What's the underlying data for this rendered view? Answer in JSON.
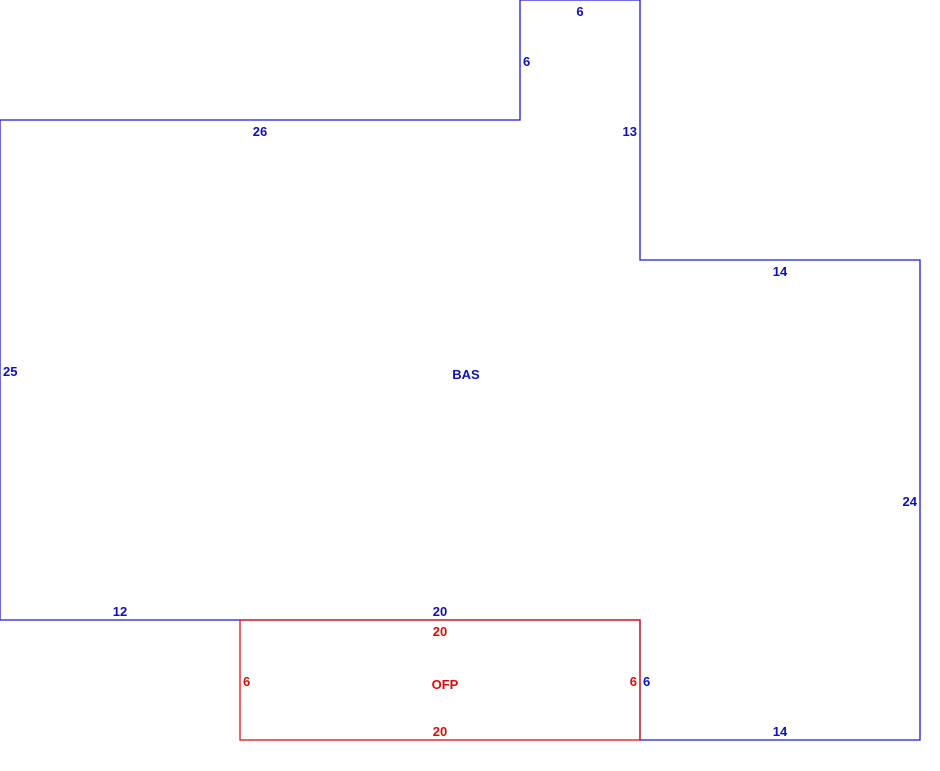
{
  "areas": {
    "main": {
      "name": "BAS",
      "color": "#1a1acc"
    },
    "porch": {
      "name": "OFP",
      "color": "#dd1111"
    }
  },
  "main_dims": {
    "top_notch": "6",
    "notch_left": "6",
    "top_left": "26",
    "notch_right": "13",
    "step_top": "14",
    "left": "25",
    "right": "24",
    "bottom_left": "12",
    "bottom_mid": "20",
    "porch_right": "6",
    "bottom_right": "14"
  },
  "porch_dims": {
    "top": "20",
    "left": "6",
    "right": "6",
    "bottom": "20"
  }
}
